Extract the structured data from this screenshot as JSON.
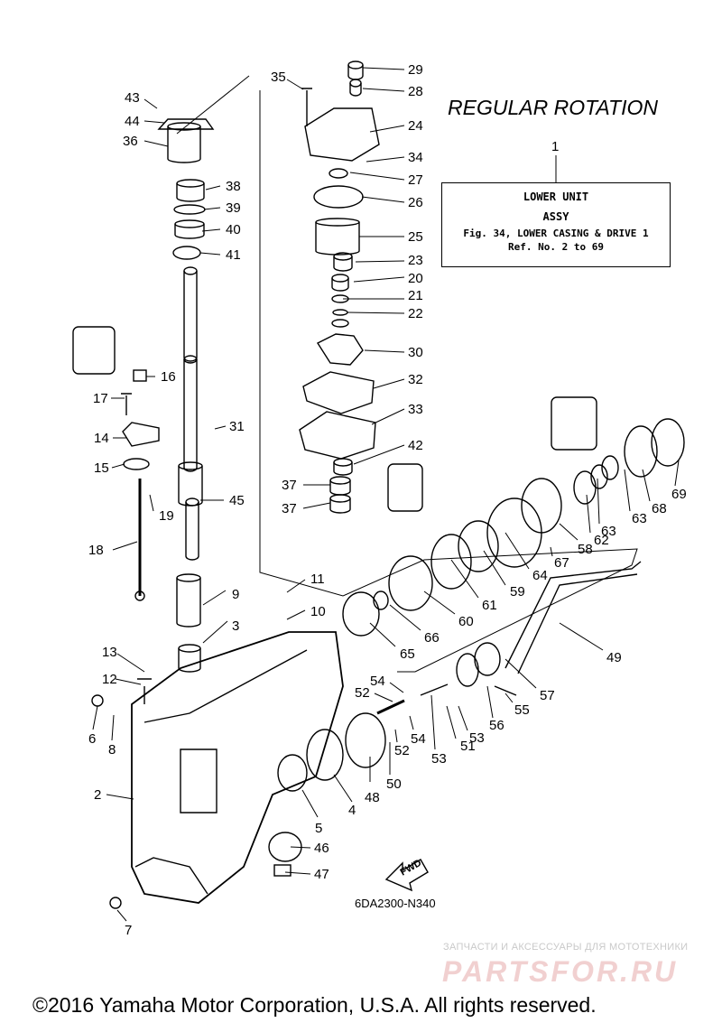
{
  "diagram": {
    "title": "REGULAR ROTATION",
    "assembly_callout": {
      "number": "1",
      "line1": "LOWER UNIT",
      "line2": "ASSY",
      "line3": "Fig. 34, LOWER CASING & DRIVE 1",
      "line4": "Ref. No. 2 to 69"
    },
    "diagram_code": "6DA2300-N340",
    "fwd_label": "FWD",
    "part_numbers": [
      "2",
      "3",
      "4",
      "5",
      "6",
      "7",
      "8",
      "9",
      "10",
      "11",
      "12",
      "13",
      "14",
      "15",
      "16",
      "17",
      "18",
      "19",
      "20",
      "21",
      "22",
      "23",
      "24",
      "25",
      "26",
      "27",
      "28",
      "29",
      "30",
      "31",
      "32",
      "33",
      "34",
      "35",
      "36",
      "37",
      "38",
      "39",
      "40",
      "41",
      "42",
      "43",
      "44",
      "45",
      "46",
      "47",
      "48",
      "49",
      "50",
      "51",
      "52",
      "53",
      "54",
      "55",
      "56",
      "57",
      "58",
      "59",
      "60",
      "61",
      "62",
      "63",
      "64",
      "65",
      "66",
      "67",
      "68",
      "69"
    ]
  },
  "watermark": {
    "line1": "ЗАПЧАСТИ И АКСЕССУАРЫ ДЛЯ МОТОТЕХНИКИ",
    "line2": "PARTSFOR.RU"
  },
  "footer": {
    "copyright": "©2016 Yamaha Motor Corporation, U.S.A. All rights reserved."
  }
}
